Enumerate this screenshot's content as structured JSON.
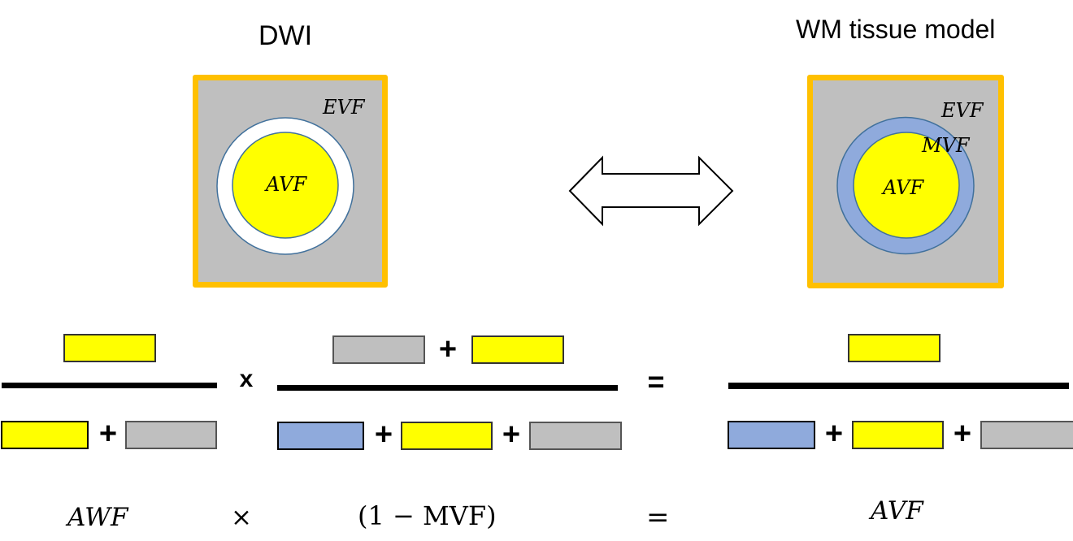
{
  "colors": {
    "frame_orange": "#FFC000",
    "extracellular_grey": "#BFBFBF",
    "axon_yellow": "#FFFF00",
    "myelin_blue": "#8FAADC",
    "circle_edge": "#41719C",
    "stroke_black": "#000000"
  },
  "left_panel": {
    "title": "DWI",
    "labels": {
      "outer": "EVF",
      "inner": "AVF"
    }
  },
  "right_panel": {
    "title": "WM tissue model",
    "labels": {
      "outer": "EVF",
      "ring": "MVF",
      "inner": "AVF"
    }
  },
  "arrow": {
    "type": "double-headed",
    "meaning": "correspondence"
  },
  "equation": {
    "term1": {
      "numerator": [
        "axon"
      ],
      "denominator": [
        "axon",
        "extracellular"
      ]
    },
    "term2": {
      "numerator": [
        "extracellular",
        "axon"
      ],
      "denominator": [
        "myelin",
        "axon",
        "extracellular"
      ]
    },
    "result": {
      "numerator": [
        "axon"
      ],
      "denominator": [
        "myelin",
        "axon",
        "extracellular"
      ]
    },
    "times_symbol": "x",
    "equals_symbol": "=",
    "plus_symbol": "+"
  },
  "formula": {
    "left": "AWF",
    "times": "×",
    "middle": "(1 − MVF)",
    "equals": "=",
    "right": "AVF"
  }
}
